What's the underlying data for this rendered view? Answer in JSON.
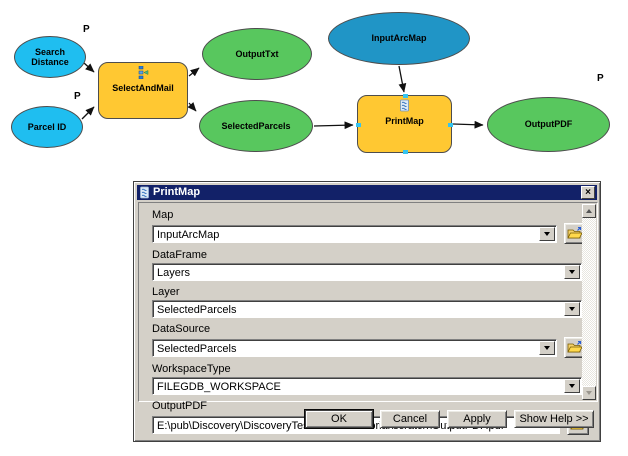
{
  "diagram": {
    "parameter_marker": "P",
    "nodes": {
      "search_distance": {
        "label": "Search\nDistance",
        "kind": "input-parameter"
      },
      "parcel_id": {
        "label": "Parcel ID",
        "kind": "input-parameter"
      },
      "select_and_mail": {
        "label": "SelectAndMail",
        "kind": "model-tool"
      },
      "output_txt": {
        "label": "OutputTxt",
        "kind": "output-variable"
      },
      "selected_parcels": {
        "label": "SelectedParcels",
        "kind": "output-variable"
      },
      "input_arcmap": {
        "label": "InputArcMap",
        "kind": "input-variable"
      },
      "print_map": {
        "label": "PrintMap",
        "kind": "script-tool"
      },
      "output_pdf": {
        "label": "OutputPDF",
        "kind": "output-parameter"
      }
    },
    "colors": {
      "input_parameter_fill": "#1fbef0",
      "input_variable_fill": "#2095c6",
      "tool_fill": "#ffc832",
      "output_fill": "#58c75e",
      "connector": "#111111"
    }
  },
  "dialog": {
    "title": "PrintMap",
    "titlebar_color": "#122168",
    "fields": [
      {
        "label": "Map",
        "value": "InputArcMap"
      },
      {
        "label": "DataFrame",
        "value": "Layers"
      },
      {
        "label": "Layer",
        "value": "SelectedParcels"
      },
      {
        "label": "DataSource",
        "value": "SelectedParcels"
      },
      {
        "label": "WorkspaceType",
        "value": "FILEGDB_WORKSPACE"
      },
      {
        "label": "OutputPDF",
        "value": "E:\\pub\\Discovery\\DiscoveryTests\\Select\\Tutorial\\scratch\\OutputPDF.pdf"
      }
    ],
    "buttons": {
      "ok": "OK",
      "cancel": "Cancel",
      "apply": "Apply",
      "show_help": "Show Help >>"
    },
    "icons": {
      "close": "×"
    }
  }
}
